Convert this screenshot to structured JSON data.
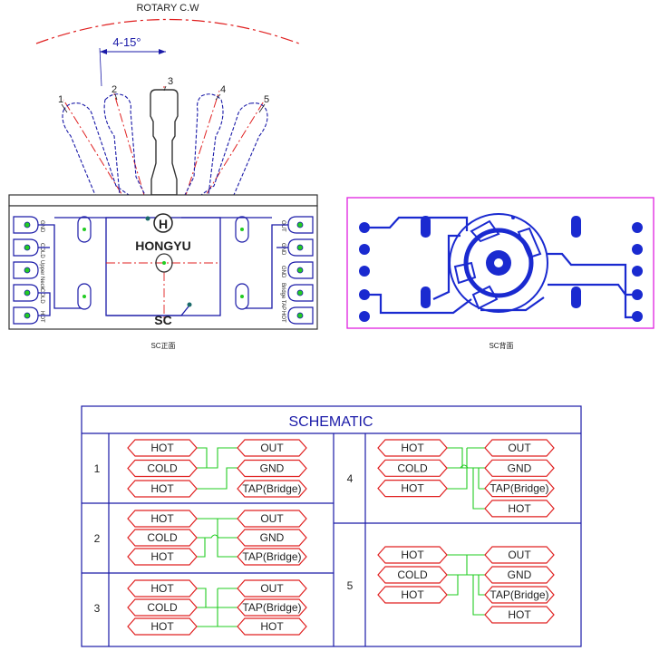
{
  "top_view": {
    "rotary_label": "ROTARY C.W",
    "angle_label": "4-15°",
    "positions": [
      "1",
      "2",
      "3",
      "4",
      "5"
    ],
    "logo_letter": "H",
    "brand": "HONGYU",
    "code": "SC",
    "left_pin_labels": [
      "GND",
      "COLD",
      "Upper Neck",
      "COLD",
      "HOT"
    ],
    "right_pin_labels": [
      "OUT",
      "GND",
      "GND",
      "Bridge TAP",
      "HOT"
    ],
    "front_caption": "SC正面",
    "back_caption": "SC背面"
  },
  "schematic": {
    "title": "SCHEMATIC",
    "rows": [
      {
        "num": "1",
        "left": [
          "HOT",
          "COLD",
          "HOT"
        ],
        "right": [
          "OUT",
          "GND",
          "TAP(Bridge)"
        ]
      },
      {
        "num": "2",
        "left": [
          "HOT",
          "COLD",
          "HOT"
        ],
        "right": [
          "OUT",
          "GND",
          "TAP(Bridge)"
        ]
      },
      {
        "num": "3",
        "left": [
          "HOT",
          "COLD",
          "HOT"
        ],
        "right": [
          "OUT",
          "TAP(Bridge)",
          "HOT"
        ]
      },
      {
        "num": "4",
        "left": [
          "HOT",
          "COLD",
          "HOT"
        ],
        "right": [
          "OUT",
          "GND",
          "TAP(Bridge)",
          "HOT"
        ]
      },
      {
        "num": "5",
        "left": [
          "HOT",
          "COLD",
          "HOT"
        ],
        "right": [
          "OUT",
          "GND",
          "TAP(Bridge)",
          "HOT"
        ]
      }
    ]
  },
  "colors": {
    "outline": "#1a1aa8",
    "red": "#e02020",
    "green": "#22cc22",
    "magenta": "#e020e0",
    "pcb": "#1a2ad0",
    "dark": "#222222"
  }
}
